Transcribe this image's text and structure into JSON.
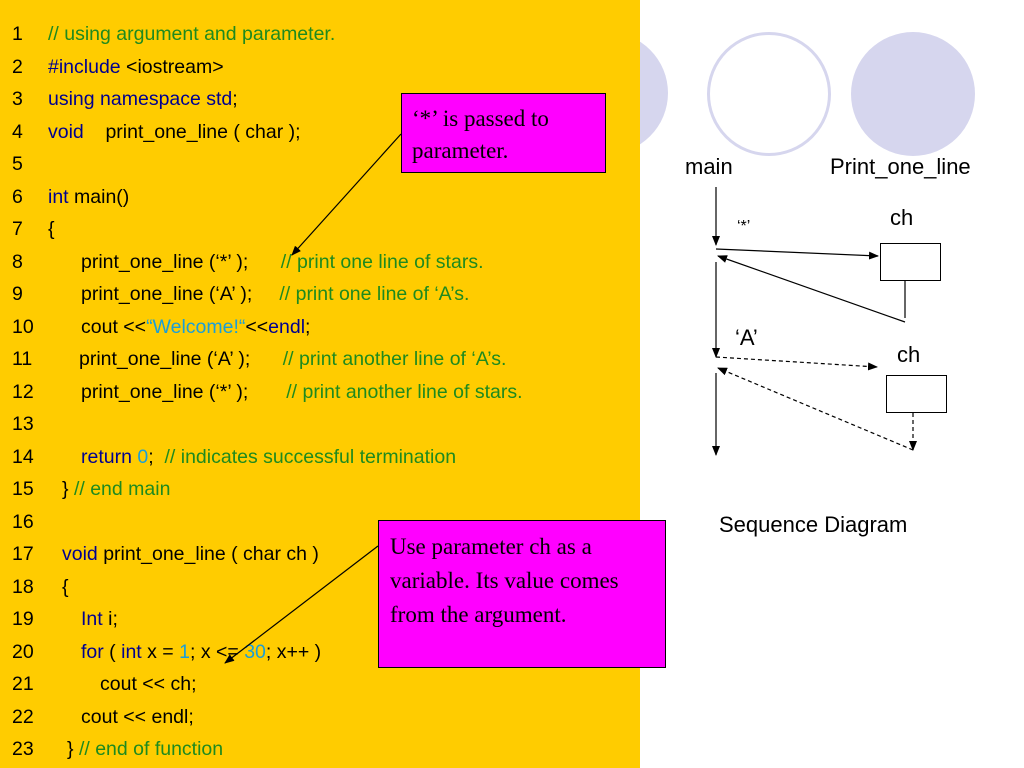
{
  "code": [
    {
      "n": "1",
      "indent": 0,
      "parts": [
        {
          "t": "// using argument and parameter.",
          "c": "g"
        }
      ]
    },
    {
      "n": "2",
      "indent": 0,
      "parts": [
        {
          "t": "#include",
          "c": "b"
        },
        {
          "t": " <iostream>",
          "c": "k"
        }
      ]
    },
    {
      "n": "3",
      "indent": 0,
      "parts": [
        {
          "t": "using namespace std",
          "c": "b"
        },
        {
          "t": ";",
          "c": "k"
        }
      ]
    },
    {
      "n": "4",
      "indent": 0,
      "parts": [
        {
          "t": "void",
          "c": "b"
        },
        {
          "t": "    print_one_line ( char );",
          "c": "k"
        }
      ]
    },
    {
      "n": "5",
      "indent": 0,
      "parts": []
    },
    {
      "n": "6",
      "indent": 0,
      "parts": [
        {
          "t": "int",
          "c": "b"
        },
        {
          "t": " main()",
          "c": "k"
        }
      ]
    },
    {
      "n": "7",
      "indent": 0,
      "parts": [
        {
          "t": "{",
          "c": "k"
        }
      ]
    },
    {
      "n": "8",
      "indent": 1,
      "parts": [
        {
          "t": "print_one_line (‘*’ );      ",
          "c": "k"
        },
        {
          "t": "// print one line of stars.",
          "c": "g"
        }
      ]
    },
    {
      "n": "9",
      "indent": 1,
      "parts": [
        {
          "t": "print_one_line (‘A’ );     ",
          "c": "k"
        },
        {
          "t": "// print one line of ‘A’s.",
          "c": "g"
        }
      ]
    },
    {
      "n": "10",
      "indent": 1,
      "parts": [
        {
          "t": "cout <<",
          "c": "k"
        },
        {
          "t": "“Welcome!“",
          "c": "c"
        },
        {
          "t": "<<",
          "c": "k"
        },
        {
          "t": "endl",
          "c": "b"
        },
        {
          "t": ";",
          "c": "k"
        }
      ]
    },
    {
      "n": "11",
      "indent": 2,
      "parts": [
        {
          "t": "print_one_line (‘A’ );      ",
          "c": "k"
        },
        {
          "t": "// print another line of ‘A’s.",
          "c": "g"
        }
      ]
    },
    {
      "n": "12",
      "indent": 1,
      "parts": [
        {
          "t": "print_one_line (‘*’ );       ",
          "c": "k"
        },
        {
          "t": "// print another line of stars.",
          "c": "g"
        }
      ]
    },
    {
      "n": "13",
      "indent": 0,
      "parts": []
    },
    {
      "n": "14",
      "indent": 1,
      "parts": [
        {
          "t": "return",
          "c": "b"
        },
        {
          "t": " ",
          "c": "k"
        },
        {
          "t": "0",
          "c": "c"
        },
        {
          "t": ";  ",
          "c": "k"
        },
        {
          "t": "// indicates successful termination",
          "c": "g"
        }
      ]
    },
    {
      "n": "15",
      "indent": 3,
      "parts": [
        {
          "t": "} ",
          "c": "k"
        },
        {
          "t": "// end main",
          "c": "g"
        }
      ]
    },
    {
      "n": "16",
      "indent": 0,
      "parts": []
    },
    {
      "n": "17",
      "indent": 3,
      "parts": [
        {
          "t": "void",
          "c": "b"
        },
        {
          "t": " print_one_line ( char ch )",
          "c": "k"
        }
      ]
    },
    {
      "n": "18",
      "indent": 3,
      "parts": [
        {
          "t": "{",
          "c": "k"
        }
      ]
    },
    {
      "n": "19",
      "indent": 1,
      "parts": [
        {
          "t": "Int",
          "c": "b"
        },
        {
          "t": " i;",
          "c": "k"
        }
      ]
    },
    {
      "n": "20",
      "indent": 1,
      "parts": [
        {
          "t": "for",
          "c": "b"
        },
        {
          "t": " ( ",
          "c": "k"
        },
        {
          "t": "int",
          "c": "b"
        },
        {
          "t": " x = ",
          "c": "k"
        },
        {
          "t": "1",
          "c": "c"
        },
        {
          "t": "; x <= ",
          "c": "k"
        },
        {
          "t": "30",
          "c": "c"
        },
        {
          "t": "; x++ )",
          "c": "k"
        }
      ]
    },
    {
      "n": "21",
      "indent": 4,
      "parts": [
        {
          "t": "cout << ch;",
          "c": "k"
        }
      ]
    },
    {
      "n": "22",
      "indent": 1,
      "parts": [
        {
          "t": "cout << endl;",
          "c": "k"
        }
      ]
    },
    {
      "n": "23",
      "indent": 5,
      "parts": [
        {
          "t": "} ",
          "c": "k"
        },
        {
          "t": "// end of function",
          "c": "g"
        }
      ]
    }
  ],
  "callouts": {
    "passed": "‘*’ is passed to parameter.",
    "use_param": "Use parameter ch as a variable. Its value comes from the argument."
  },
  "diagram": {
    "main_label": "main",
    "func_label": "Print_one_line",
    "ch_label_1": "ch",
    "ch_label_2": "ch",
    "arg_star": "‘*’",
    "arg_a": "‘A’",
    "caption": "Sequence Diagram"
  },
  "colors": {
    "code_bg": "#FFCC00",
    "callout_bg": "#FF00FF",
    "comment": "#1e8a1e",
    "keyword": "#00008f",
    "literal": "#1a9ed8",
    "circle_fill": "#d6d6ee"
  }
}
